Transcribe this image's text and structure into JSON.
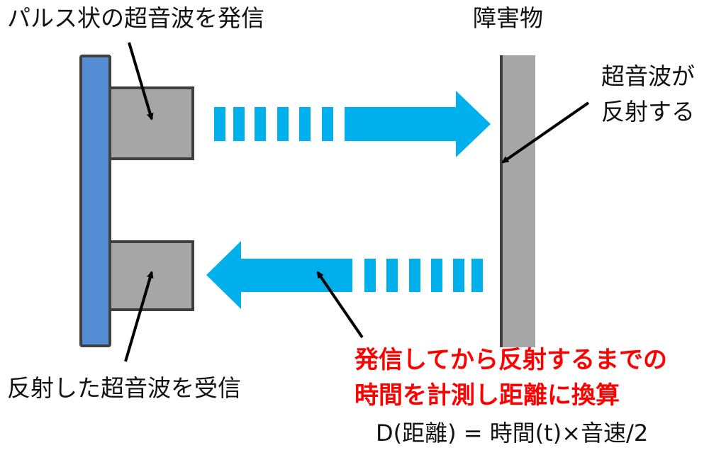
{
  "labels": {
    "transmit": "パルス状の超音波を発信",
    "obstacle": "障害物",
    "reflect_line1": "超音波が",
    "reflect_line2": "反射する",
    "receive": "反射した超音波を受信",
    "explain_line1": "発信してから反射するまでの",
    "explain_line2": "時間を計測し距離に換算",
    "formula": "D(距離) = 時間(t)×音速/2"
  },
  "colors": {
    "sensor_board": "#548dd4",
    "transducer": "#a6a6a6",
    "wave": "#00b0ec",
    "obstacle": "#a6a6a6",
    "highlight_text": "#ff0000"
  }
}
